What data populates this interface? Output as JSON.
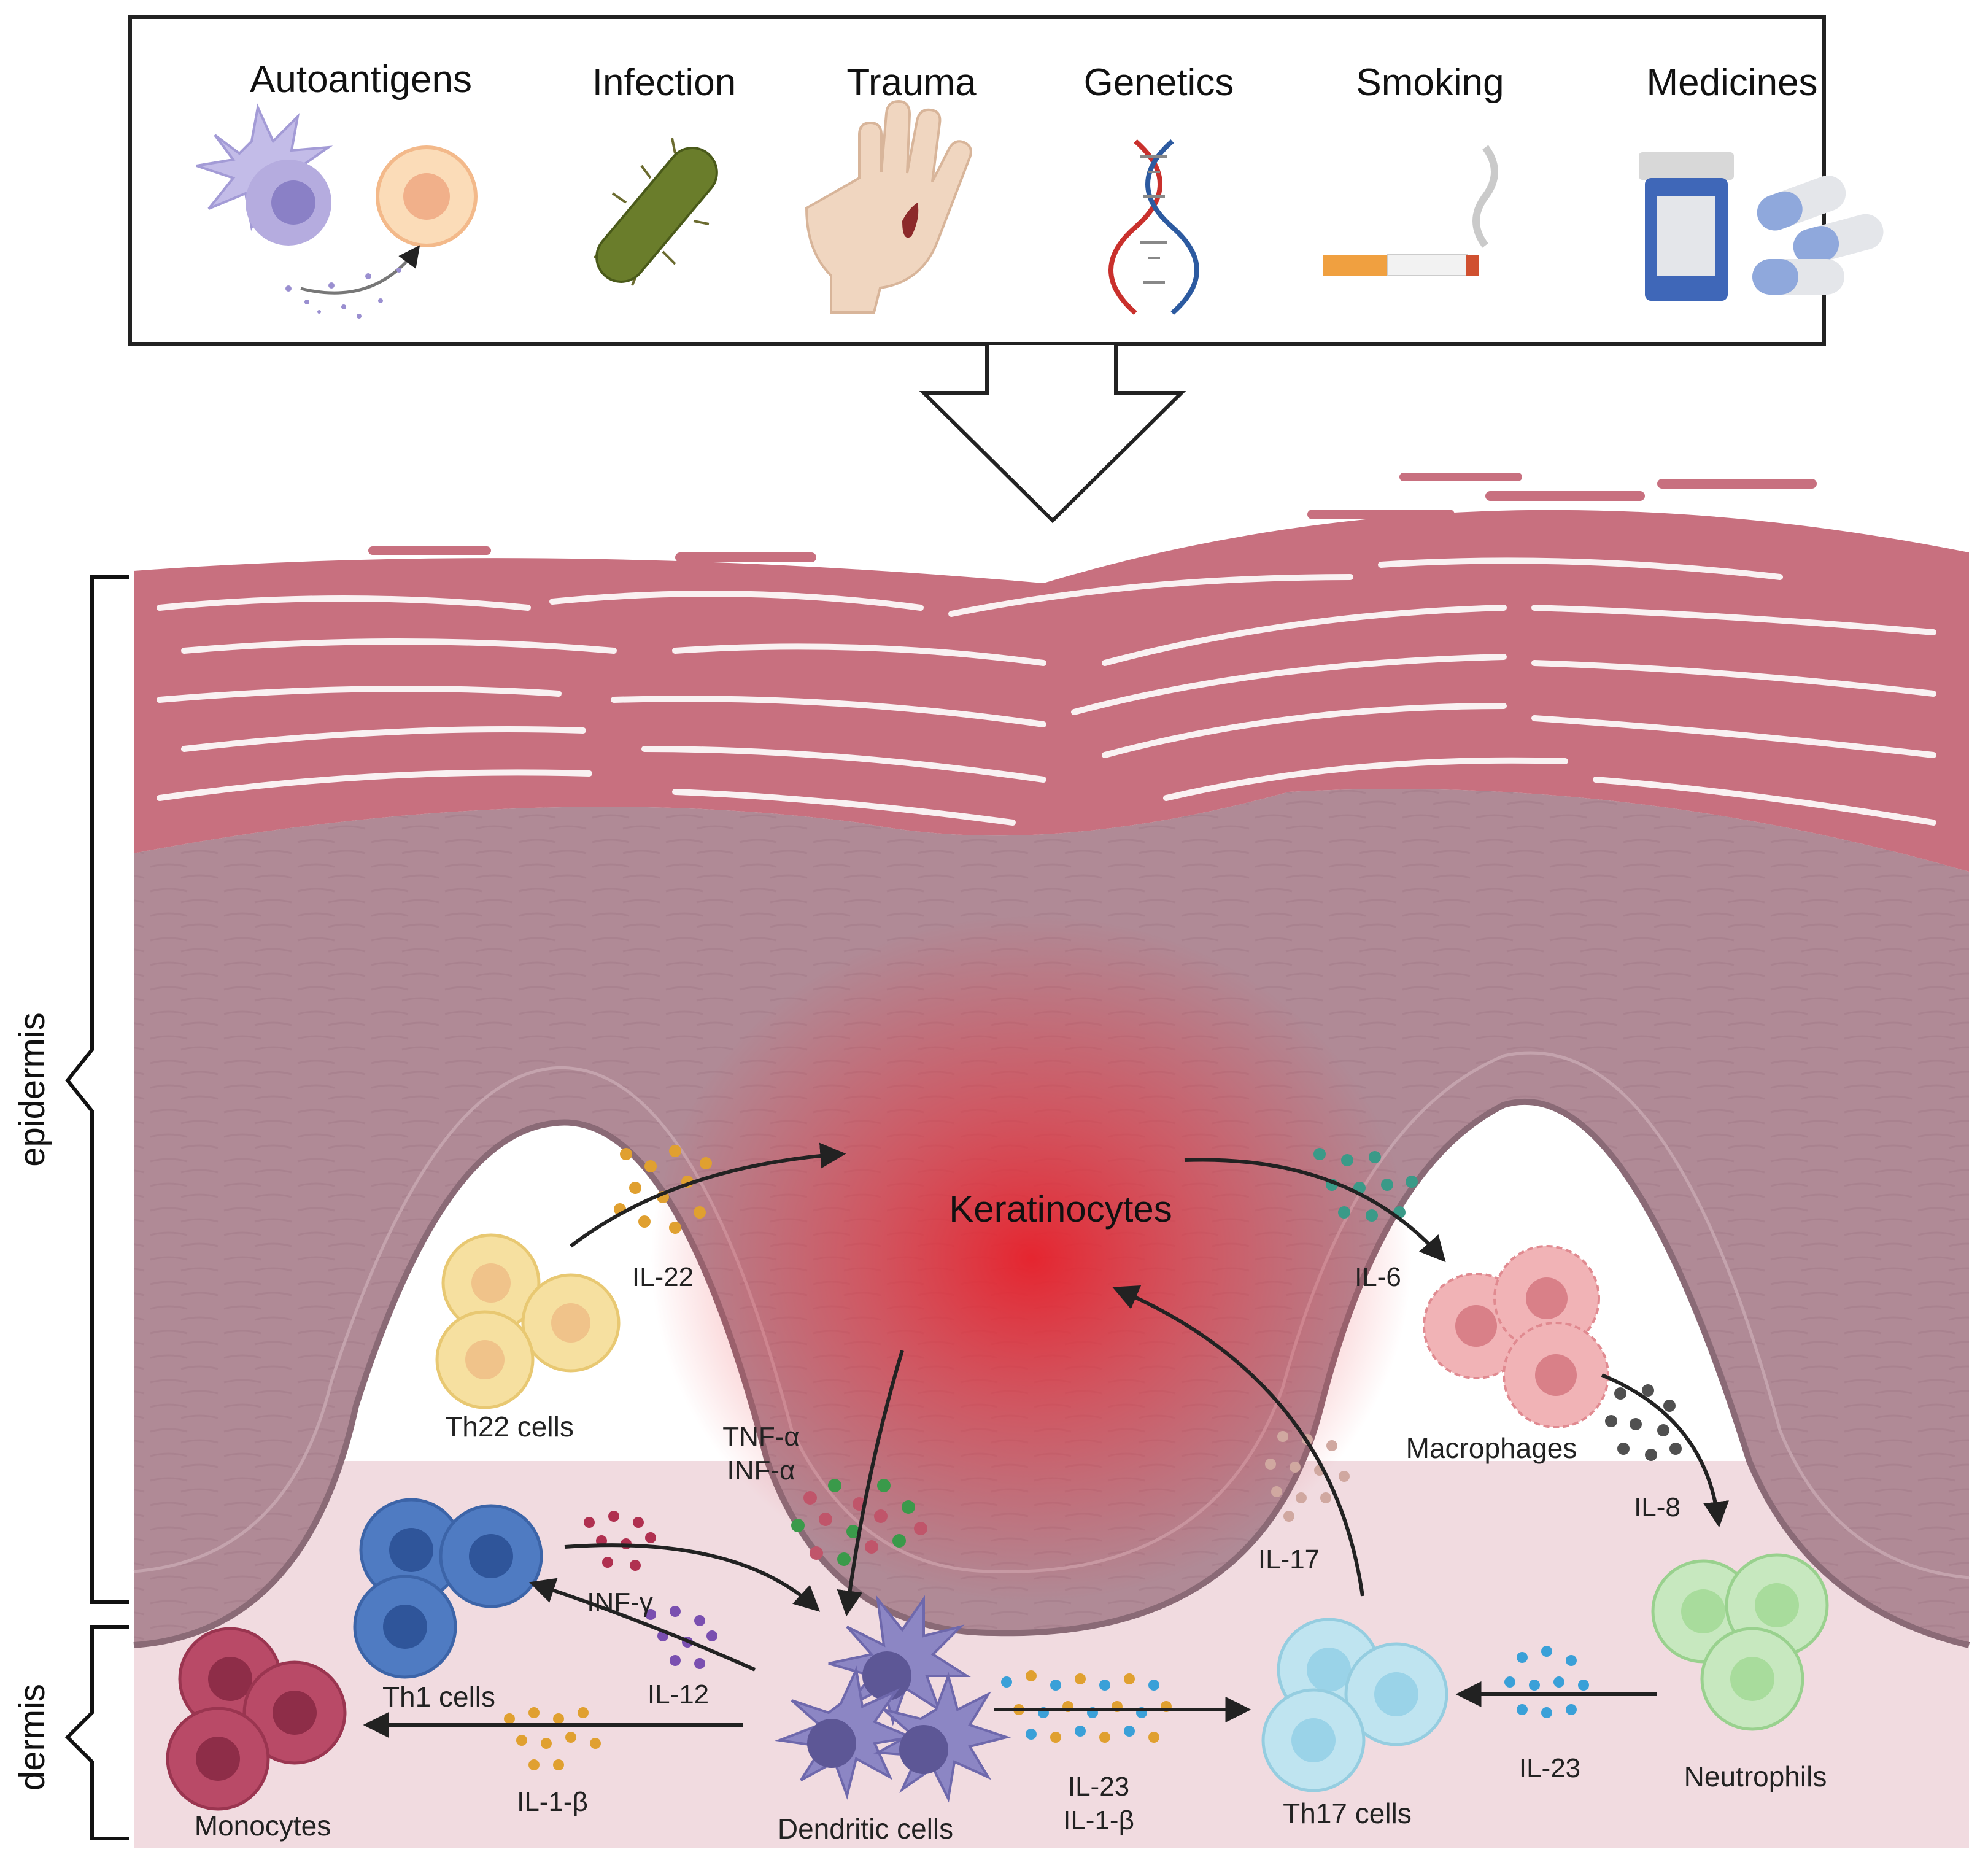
{
  "triggers": [
    {
      "label": "Autoantigens",
      "icon": "antigen-presenting-cell-icon"
    },
    {
      "label": "Infection",
      "icon": "bacterium-icon"
    },
    {
      "label": "Trauma",
      "icon": "wounded-hand-icon"
    },
    {
      "label": "Genetics",
      "icon": "dna-icon"
    },
    {
      "label": "Smoking",
      "icon": "cigarette-icon"
    },
    {
      "label": "Medicines",
      "icon": "medicine-bottle-icon"
    }
  ],
  "layers": {
    "epidermis": "epidermis",
    "dermis": "dermis"
  },
  "center_label": "Keratinocytes",
  "cells": {
    "th22": "Th22 cells",
    "th1": "Th1 cells",
    "monocytes": "Monocytes",
    "dendritic": "Dendritic cells",
    "th17": "Th17 cells",
    "macrophages": "Macrophages",
    "neutrophils": "Neutrophils"
  },
  "cytokines": {
    "il22": "IL-22",
    "tnf": "TNF-α",
    "inf_a": "INF-α",
    "inf_g": "INF-γ",
    "il12": "IL-12",
    "il1b_left": "IL-1-β",
    "il23_mid": "IL-23",
    "il1b_mid": "IL-1-β",
    "il17": "IL-17",
    "il6": "IL-6",
    "il8": "IL-8",
    "il23_right": "IL-23"
  },
  "colors": {
    "stratum_corneum": "#c8707f",
    "epidermis": "#b08a96",
    "dermis": "#f1dbe0",
    "inflammation": "#e8202a",
    "th22": "#f6e0a0",
    "th1": "#4f7bc2",
    "monocytes": "#b94a67",
    "dendritic": "#8c86c4",
    "th17": "#bfe4f0",
    "macrophages": "#f1b3b6",
    "neutrophils": "#c7e8bf"
  }
}
